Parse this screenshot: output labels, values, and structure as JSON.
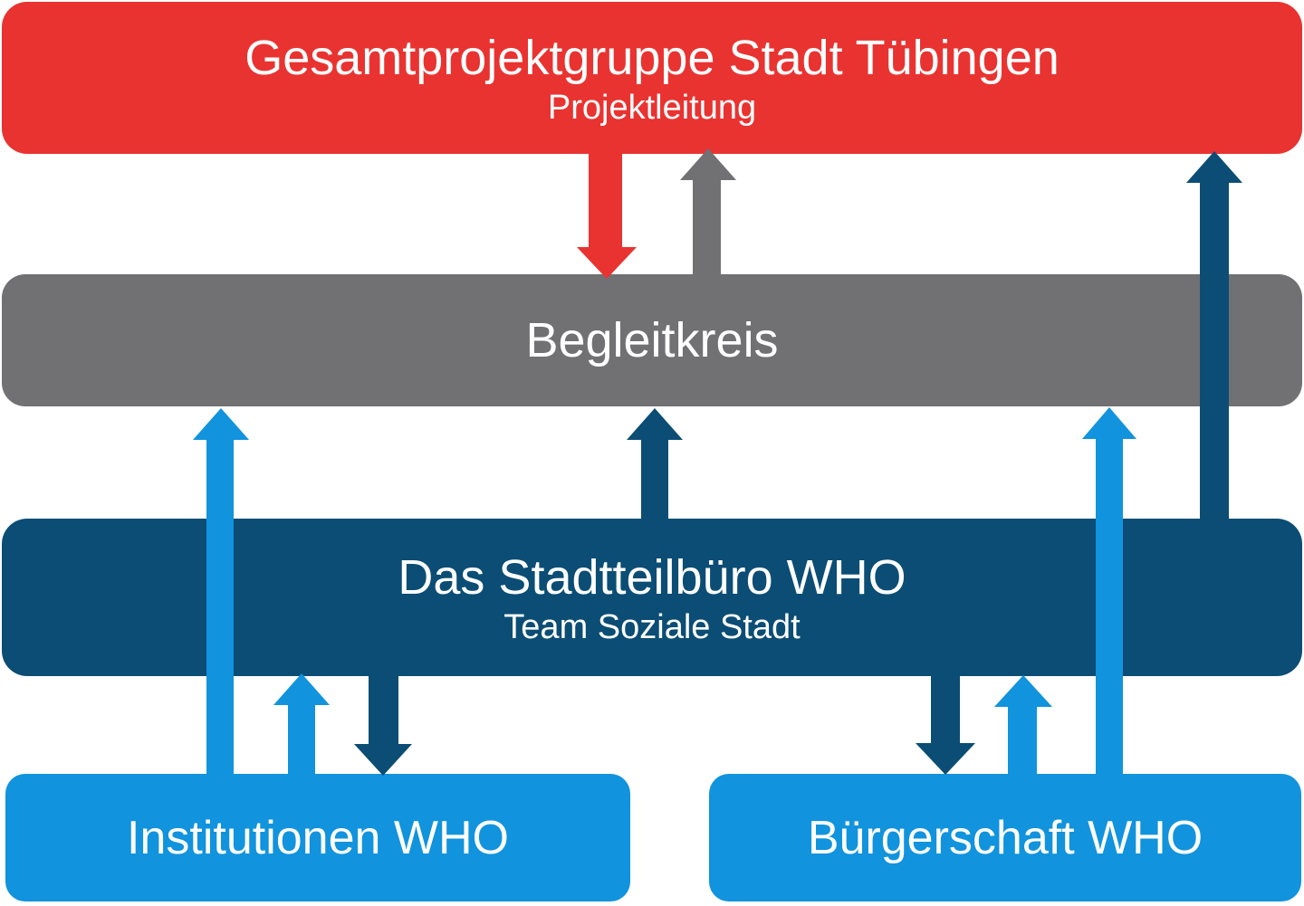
{
  "colors": {
    "red": "#e93331",
    "gray": "#717072",
    "dark-blue": "#0b4d74",
    "light-blue": "#1193dd",
    "text": "#ffffff",
    "background": "#ffffff"
  },
  "diagram": {
    "top_box": {
      "title": "Gesamtprojektgruppe Stadt Tübingen",
      "subtitle": "Projektleitung"
    },
    "middle_box": {
      "title": "Begleitkreis"
    },
    "office_box": {
      "title": "Das Stadtteilbüro WHO",
      "subtitle": "Team Soziale Stadt"
    },
    "bottom_left_box": {
      "title": "Institutionen WHO"
    },
    "bottom_right_box": {
      "title": "Bürgerschaft WHO"
    }
  }
}
